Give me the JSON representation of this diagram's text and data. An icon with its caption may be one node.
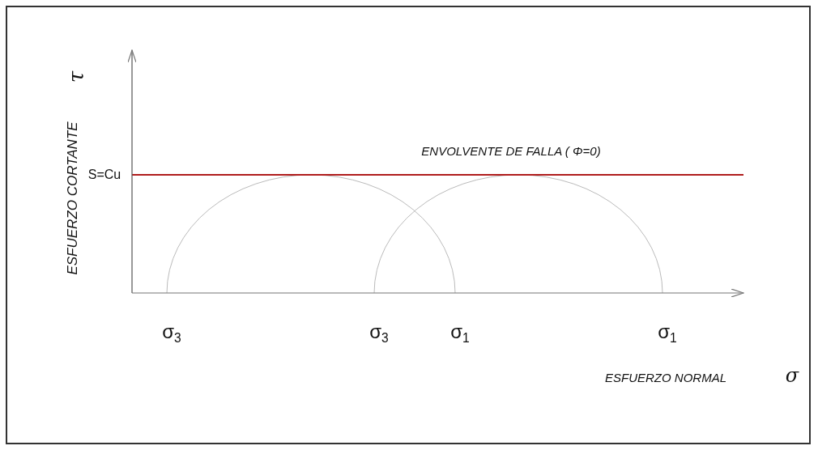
{
  "diagram": {
    "labels": [
      "τ",
      "ESFUERZO CORTANTE",
      "ENVOLVENTE DE FALLA ( Φ=0)",
      "S=Cu",
      "σ$_{3}$",
      "σ$_{3}$",
      "σ$_{1}$",
      "σ$_{1}$",
      "ESFUERZO NORMAL",
      "σ"
    ]
  }
}
